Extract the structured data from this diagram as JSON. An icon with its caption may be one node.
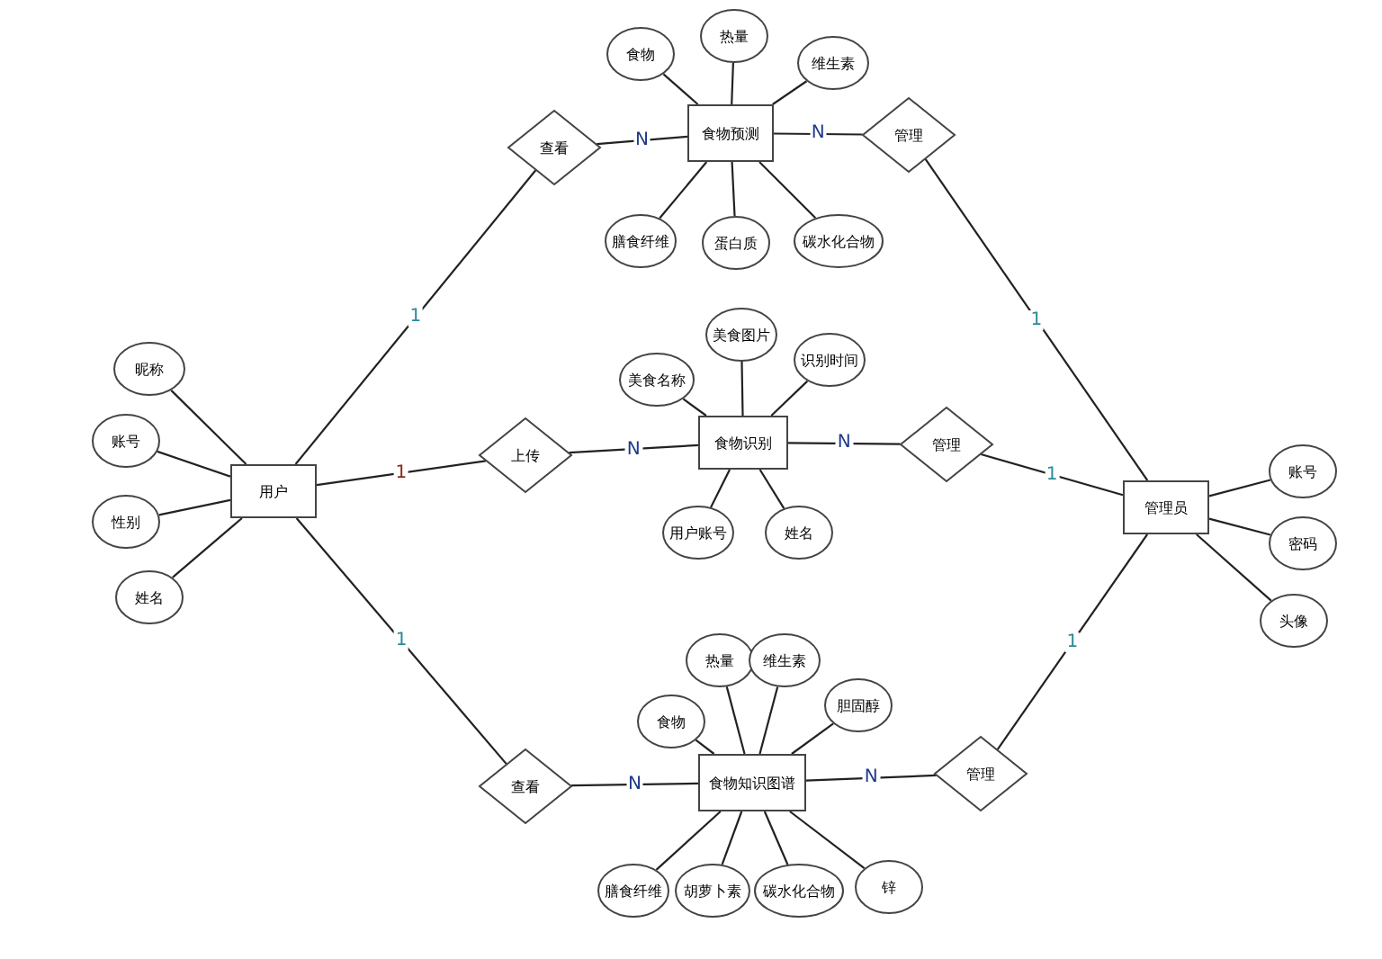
{
  "diagram": {
    "nodes": [
      {
        "text": [
          "用户"
        ]
      },
      {
        "text": [
          "昵称"
        ]
      },
      {
        "text": [
          "账号"
        ]
      },
      {
        "text": [
          "性别"
        ]
      },
      {
        "text": [
          "姓名"
        ]
      },
      {
        "text": [
          "查看"
        ]
      },
      {
        "text": [
          "上传"
        ]
      },
      {
        "text": [
          "查看"
        ]
      },
      {
        "text": [
          "食物预测"
        ]
      },
      {
        "text": [
          "食物"
        ]
      },
      {
        "text": [
          "热量"
        ]
      },
      {
        "text": [
          "维生素"
        ]
      },
      {
        "text": [
          "膳食纤维"
        ]
      },
      {
        "text": [
          "蛋白质"
        ]
      },
      {
        "text": [
          "碳水化合物"
        ]
      },
      {
        "text": [
          "管理"
        ]
      },
      {
        "text": [
          "食物识别"
        ]
      },
      {
        "text": [
          "美食名称"
        ]
      },
      {
        "text": [
          "美食图片"
        ]
      },
      {
        "text": [
          "识别时间"
        ]
      },
      {
        "text": [
          "用户账号"
        ]
      },
      {
        "text": [
          "姓名"
        ]
      },
      {
        "text": [
          "管理"
        ]
      },
      {
        "text": [
          "食物知识图谱"
        ]
      },
      {
        "text": [
          "热量"
        ]
      },
      {
        "text": [
          "维生素"
        ]
      },
      {
        "text": [
          "胆固醇"
        ]
      },
      {
        "text": [
          "食物"
        ]
      },
      {
        "text": [
          "膳食纤维"
        ]
      },
      {
        "text": [
          "胡萝卜素"
        ]
      },
      {
        "text": [
          "碳水化合物"
        ]
      },
      {
        "text": [
          "锌"
        ]
      },
      {
        "text": [
          "管理"
        ]
      },
      {
        "text": [
          "管理员"
        ]
      },
      {
        "text": [
          "账号"
        ]
      },
      {
        "text": [
          "密码"
        ]
      },
      {
        "text": [
          "头像"
        ]
      }
    ],
    "edges": [
      {
        "from": 0,
        "to": 1,
        "arrow": "none"
      },
      {
        "from": 0,
        "to": 2,
        "arrow": "none"
      },
      {
        "from": 0,
        "to": 3,
        "arrow": "none"
      },
      {
        "from": 0,
        "to": 4,
        "arrow": "none"
      },
      {
        "from": 0,
        "to": 5,
        "arrow": "none",
        "label": "1"
      },
      {
        "from": 0,
        "to": 6,
        "arrow": "none",
        "label": "1"
      },
      {
        "from": 0,
        "to": 7,
        "arrow": "none",
        "label": "1"
      },
      {
        "from": 5,
        "to": 8,
        "arrow": "none",
        "label": "N"
      },
      {
        "from": 8,
        "to": 9,
        "arrow": "none"
      },
      {
        "from": 8,
        "to": 10,
        "arrow": "none"
      },
      {
        "from": 8,
        "to": 11,
        "arrow": "none"
      },
      {
        "from": 8,
        "to": 12,
        "arrow": "none"
      },
      {
        "from": 8,
        "to": 13,
        "arrow": "none"
      },
      {
        "from": 8,
        "to": 14,
        "arrow": "none"
      },
      {
        "from": 8,
        "to": 15,
        "arrow": "none",
        "label": "N"
      },
      {
        "from": 15,
        "to": 33,
        "arrow": "none",
        "label": "1"
      },
      {
        "from": 6,
        "to": 16,
        "arrow": "none",
        "label": "N"
      },
      {
        "from": 16,
        "to": 17,
        "arrow": "none"
      },
      {
        "from": 16,
        "to": 18,
        "arrow": "none"
      },
      {
        "from": 16,
        "to": 19,
        "arrow": "none"
      },
      {
        "from": 16,
        "to": 20,
        "arrow": "none"
      },
      {
        "from": 16,
        "to": 21,
        "arrow": "none"
      },
      {
        "from": 16,
        "to": 22,
        "arrow": "none",
        "label": "N"
      },
      {
        "from": 22,
        "to": 33,
        "arrow": "none",
        "label": "1"
      },
      {
        "from": 7,
        "to": 23,
        "arrow": "none",
        "label": "N"
      },
      {
        "from": 23,
        "to": 24,
        "arrow": "none"
      },
      {
        "from": 23,
        "to": 25,
        "arrow": "none"
      },
      {
        "from": 23,
        "to": 26,
        "arrow": "none"
      },
      {
        "from": 23,
        "to": 27,
        "arrow": "none"
      },
      {
        "from": 23,
        "to": 28,
        "arrow": "none"
      },
      {
        "from": 23,
        "to": 29,
        "arrow": "none"
      },
      {
        "from": 23,
        "to": 30,
        "arrow": "none"
      },
      {
        "from": 23,
        "to": 31,
        "arrow": "none"
      },
      {
        "from": 23,
        "to": 32,
        "arrow": "none",
        "label": "N"
      },
      {
        "from": 32,
        "to": 33,
        "arrow": "none",
        "label": "1"
      },
      {
        "from": 33,
        "to": 34,
        "arrow": "none"
      },
      {
        "from": 33,
        "to": 35,
        "arrow": "none"
      },
      {
        "from": 33,
        "to": 36,
        "arrow": "none"
      }
    ]
  }
}
